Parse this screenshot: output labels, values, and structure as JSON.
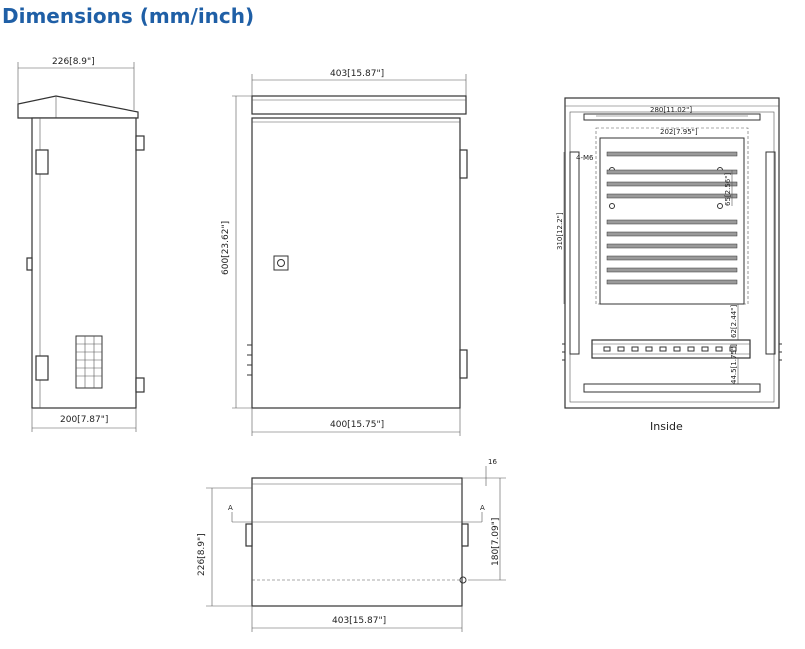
{
  "title": "Dimensions (mm/inch)",
  "side_view": {
    "top_width": "226[8.9\"]",
    "bottom_width": "200[7.87\"]"
  },
  "front_view": {
    "top_width": "403[15.87\"]",
    "height": "600[23.62\"]",
    "bottom_width": "400[15.75\"]"
  },
  "inside_view": {
    "outer_width": "280[11.02\"]",
    "plate_width": "202[7.95\"]",
    "hole_label": "4-M6",
    "height": "310[12.2\"]",
    "inner_spacing": "65[2.56\"]",
    "lower_spacing": "62[2.44\"]",
    "rail_spacing": "44.5[1.75\"]",
    "caption": "Inside"
  },
  "top_view": {
    "depth": "226[8.9\"]",
    "inner_depth": "180[7.09\"]",
    "offset": "16",
    "section_mark": "A",
    "width": "403[15.87\"]"
  },
  "colors": {
    "title": "#1f5fa6",
    "line": "#333333"
  }
}
